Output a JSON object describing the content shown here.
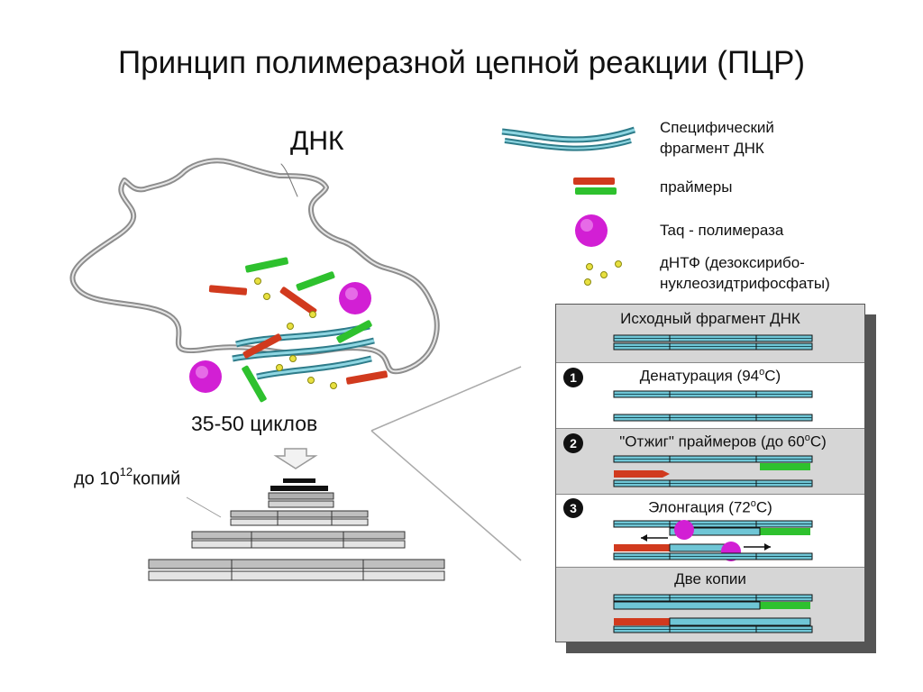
{
  "title": "Принцип полимеразной цепной реакции (ПЦР)",
  "dna_label": "ДНК",
  "cycles_label": "35-50 циклов",
  "copies": {
    "prefix": "до 10",
    "exponent": "12",
    "suffix": "копий"
  },
  "legend": {
    "fragment": [
      "Специфический",
      "фрагмент ДНК"
    ],
    "primers": "праймеры",
    "polymerase": "Taq - полимераза",
    "dntp": [
      "дНТФ  (дезоксирибо-",
      "нуклеозидтрифосфаты)"
    ]
  },
  "steps": {
    "initial": {
      "title": "Исходный фрагмент ДНК"
    },
    "denaturation": {
      "number": "1",
      "title": "Денатурация (94",
      "deg": "o",
      "unit": "С)"
    },
    "annealing": {
      "number": "2",
      "title": "\"Отжиг\" праймеров (до 60",
      "deg": "o",
      "unit": "С)"
    },
    "elongation": {
      "number": "3",
      "title": "Элонгация (72",
      "deg": "o",
      "unit": "С)"
    },
    "copies": {
      "title": "Две копии"
    }
  },
  "colors": {
    "strand": "#6fc6d6",
    "primer_red": "#d13a1e",
    "primer_green": "#2ec12e",
    "polymerase": "#d21fd4",
    "dntp": "#e8e040",
    "panel_gray": "#d6d6d6"
  }
}
